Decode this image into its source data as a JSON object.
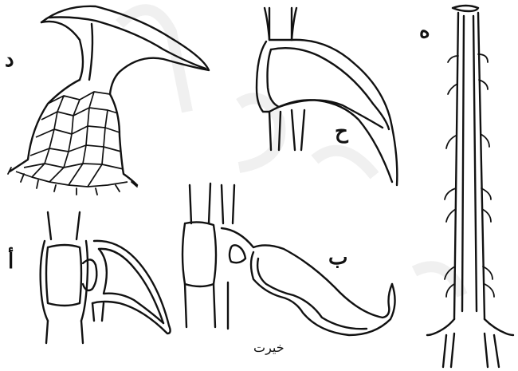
{
  "figure": {
    "labels": {
      "top_left": "د",
      "top_middle": "ح",
      "top_right": "ه",
      "bottom_left": "أ",
      "bottom_middle": "ب",
      "signature": "خيرت"
    },
    "colors": {
      "ink": "#111111",
      "paper": "#ffffff",
      "watermark": "#f0f0f0"
    }
  }
}
